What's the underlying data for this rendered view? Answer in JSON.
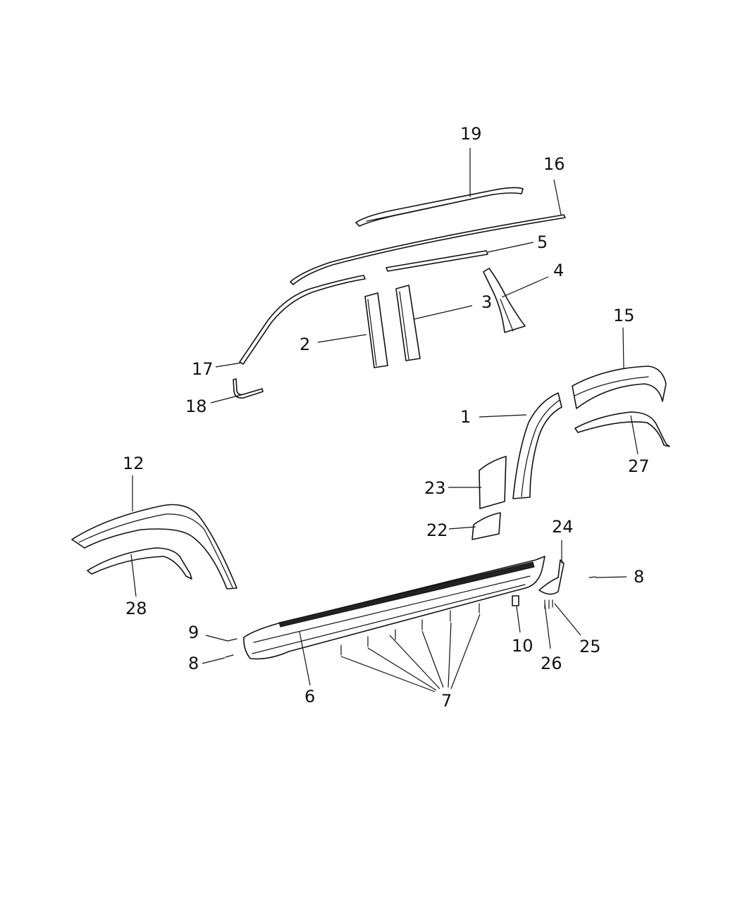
{
  "diagram": {
    "callouts": [
      {
        "id": "c1",
        "text": "1"
      },
      {
        "id": "c2",
        "text": "2"
      },
      {
        "id": "c3",
        "text": "3"
      },
      {
        "id": "c4",
        "text": "4"
      },
      {
        "id": "c5",
        "text": "5"
      },
      {
        "id": "c6",
        "text": "6"
      },
      {
        "id": "c7",
        "text": "7"
      },
      {
        "id": "c8a",
        "text": "8"
      },
      {
        "id": "c8b",
        "text": "8"
      },
      {
        "id": "c9",
        "text": "9"
      },
      {
        "id": "c10",
        "text": "10"
      },
      {
        "id": "c12",
        "text": "12"
      },
      {
        "id": "c15",
        "text": "15"
      },
      {
        "id": "c16",
        "text": "16"
      },
      {
        "id": "c17",
        "text": "17"
      },
      {
        "id": "c18",
        "text": "18"
      },
      {
        "id": "c19",
        "text": "19"
      },
      {
        "id": "c22",
        "text": "22"
      },
      {
        "id": "c23",
        "text": "23"
      },
      {
        "id": "c24",
        "text": "24"
      },
      {
        "id": "c25",
        "text": "25"
      },
      {
        "id": "c26",
        "text": "26"
      },
      {
        "id": "c27",
        "text": "27"
      },
      {
        "id": "c28",
        "text": "28"
      }
    ]
  }
}
